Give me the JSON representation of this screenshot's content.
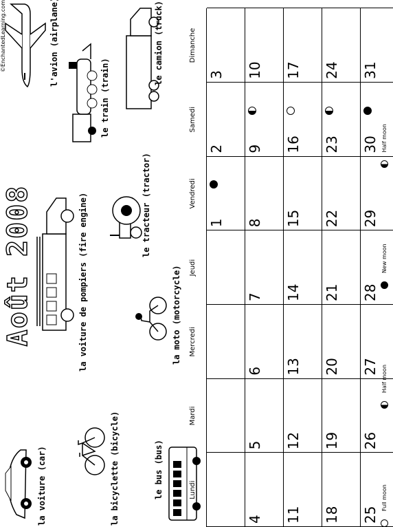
{
  "copyright": "©EnchantedLearning.com",
  "title": "Août 2008",
  "days": [
    "Lundi",
    "Mardi",
    "Mercredi",
    "Jeudi",
    "Vendredi",
    "Samedi",
    "Dimanche"
  ],
  "weeks": [
    [
      "",
      "",
      "",
      "",
      "1",
      "2",
      "3"
    ],
    [
      "4",
      "5",
      "6",
      "7",
      "8",
      "9",
      "10"
    ],
    [
      "11",
      "12",
      "13",
      "14",
      "15",
      "16",
      "17"
    ],
    [
      "18",
      "19",
      "20",
      "21",
      "22",
      "23",
      "24"
    ],
    [
      "25",
      "26",
      "27",
      "28",
      "29",
      "30",
      "31"
    ]
  ],
  "moons": {
    "1": "new",
    "9": "half",
    "16": "full",
    "23": "half",
    "30": "new"
  },
  "legend": [
    {
      "type": "full",
      "label": "Full moon"
    },
    {
      "type": "half",
      "label": "Half moon"
    },
    {
      "type": "new",
      "label": "New moon"
    },
    {
      "type": "half",
      "label": "Half moon"
    }
  ],
  "vehicles": {
    "car": "la voiture (car)",
    "bicycle": "la bicyclette (bicycle)",
    "bus": "le bus (bus)",
    "fire_engine": "la voiture de pompiers (fire engine)",
    "motorcycle": "la moto (motorcycle)",
    "tractor": "le tracteur (tractor)",
    "train": "le train (train)",
    "truck": "le camion (truck)",
    "airplane": "l'avion (airplane)"
  }
}
